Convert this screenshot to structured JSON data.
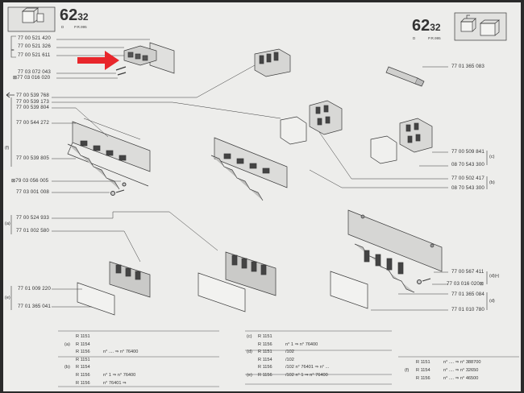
{
  "header": {
    "left_code": "62",
    "left_sub": "32",
    "left_d": "D",
    "left_pr": "P.R.995",
    "right_code": "62",
    "right_sub": "32",
    "right_d": "D",
    "right_pr": "P.R.995"
  },
  "parts_left": [
    "77 00 521 420",
    "77 00 521 326",
    "77 00 521 611",
    "77 03 072 043",
    "77 03 016 020",
    "77 00 539 768",
    "77 00 539 173",
    "77 00 539 804",
    "77 00 544 272",
    "77 00 539 805",
    "79 03 056 005",
    "77 03 001 008",
    "77 00 524 933",
    "77 01 002 580",
    "77 01 009 220",
    "77 01 365 041"
  ],
  "parts_right": [
    "77 01 365 083",
    "77 00 509 841",
    "08 70 543 300",
    "77 00 502 417",
    "08 70 543 300",
    "77 00 567 411",
    "77 03 016 020",
    "77 01 365 084",
    "77 01 010 780"
  ],
  "group_labels": {
    "f": "(f)",
    "a": "(a)",
    "e": "(e)",
    "c": "(c)",
    "b": "(b)",
    "d_star": "(d)(•)",
    "d": "(d)"
  },
  "equiv": "=",
  "table_a_b": [
    {
      "group": "",
      "model": "R 1151",
      "note": ""
    },
    {
      "group": "(a)",
      "model": "R 1154",
      "note": ""
    },
    {
      "group": "",
      "model": "R 1156",
      "note": "n° .... ⇒ n° 76400"
    },
    {
      "group": "",
      "model": "R 1151",
      "note": ""
    },
    {
      "group": "(b)",
      "model": "R 1154",
      "note": ""
    },
    {
      "group": "",
      "model": "R 1156",
      "note": "n° 1 ⇒ n° 76400"
    },
    {
      "group": "",
      "model": "R 1156",
      "note": "n° 76401 ⇒"
    }
  ],
  "table_c_d_e": [
    {
      "group": "(c)",
      "model": "R 1151",
      "note": ""
    },
    {
      "group": "",
      "model": "R 1156",
      "note": "n° 1 ⇒ n° 76400"
    },
    {
      "group": "(d)",
      "model": "R 1151",
      "note": "/102"
    },
    {
      "group": "",
      "model": "R 1154",
      "note": "/102"
    },
    {
      "group": "",
      "model": "R 1156",
      "note": "/102 n° 76401 ⇒ n° ..."
    },
    {
      "group": "(e)",
      "model": "R 1156",
      "note": "/102 n° 1 ⇒ n° 76400"
    }
  ],
  "table_f": [
    {
      "group": "",
      "model": "R 1151",
      "note": "n° .... ⇒ n° 388700"
    },
    {
      "group": "(f)",
      "model": "R 1154",
      "note": "n° .... ⇒ n° 32650"
    },
    {
      "group": "",
      "model": "R 1156",
      "note": "n° .... ⇒ n° 46500"
    }
  ],
  "colors": {
    "paper": "#ededeb",
    "ink": "#333333",
    "arrow": "#e8262b"
  }
}
